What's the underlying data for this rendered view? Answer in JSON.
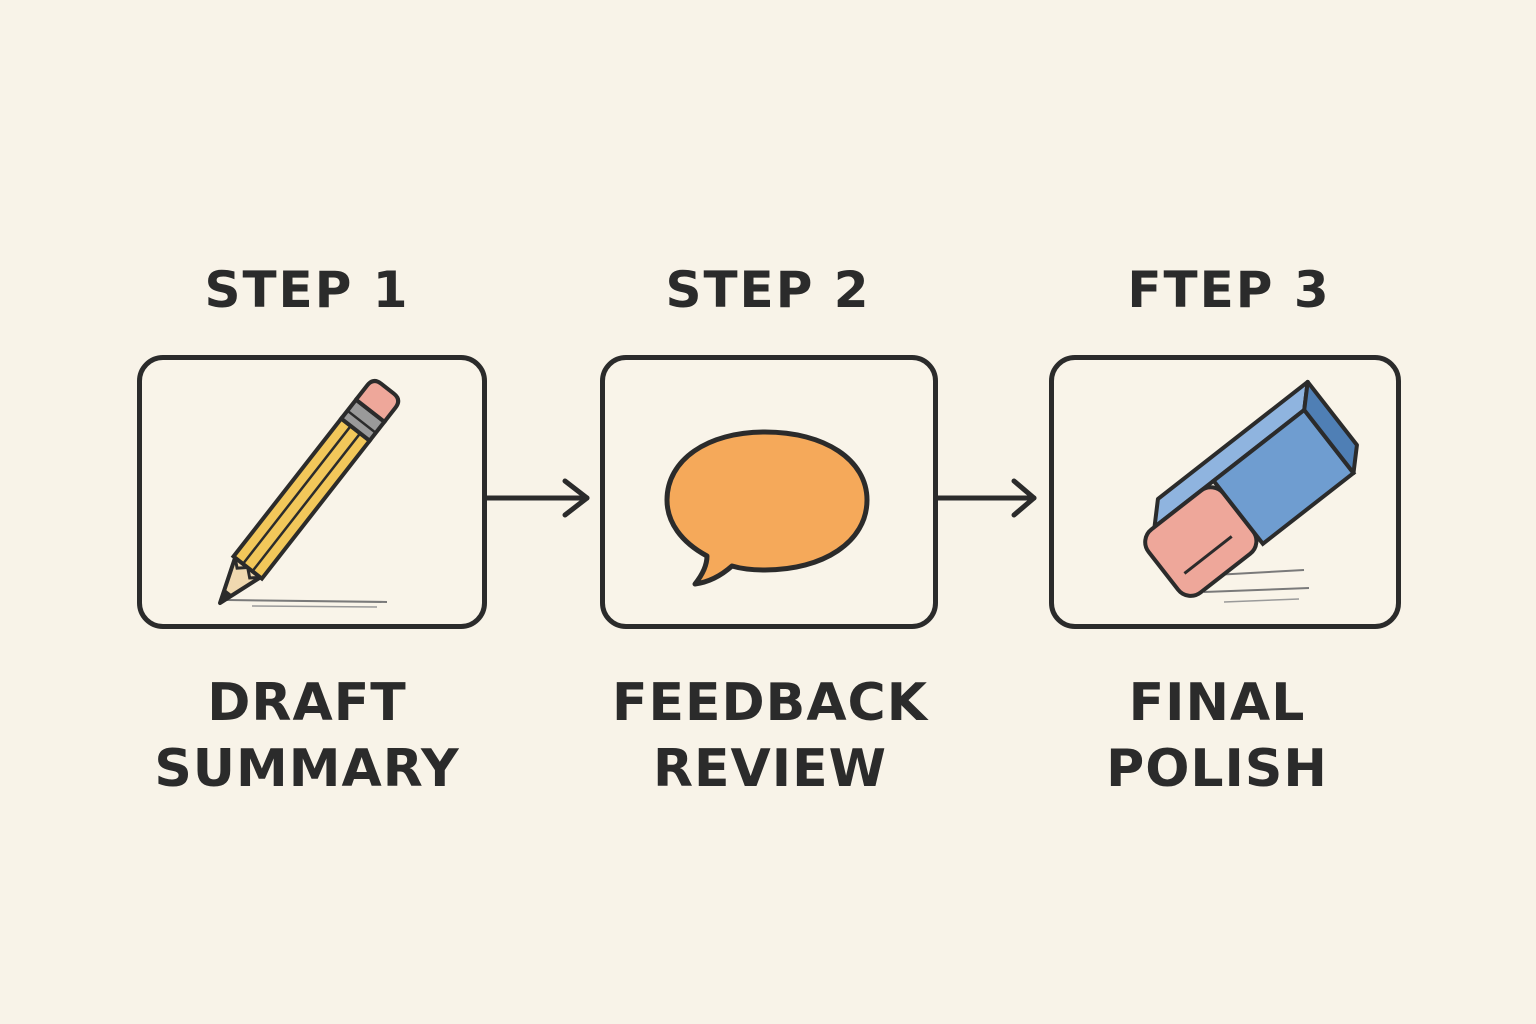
{
  "steps": [
    {
      "title": "STEP 1",
      "caption_line1": "DRAFT",
      "caption_line2": "SUMMARY",
      "icon": "pencil-icon"
    },
    {
      "title": "STEP 2",
      "caption_line1": "FEEDBACK",
      "caption_line2": "REVIEW",
      "icon": "speech-bubble-icon"
    },
    {
      "title": "FTEP 3",
      "caption_line1": "FINAL",
      "caption_line2": "POLISH",
      "icon": "eraser-icon"
    }
  ],
  "colors": {
    "background": "#f8f3e8",
    "ink": "#2b2b2b",
    "pencil_body": "#f2c75a",
    "pencil_eraser": "#eea79a",
    "bubble": "#f5a95a",
    "eraser_blue": "#6f9dd0",
    "eraser_pink": "#eea79a"
  }
}
